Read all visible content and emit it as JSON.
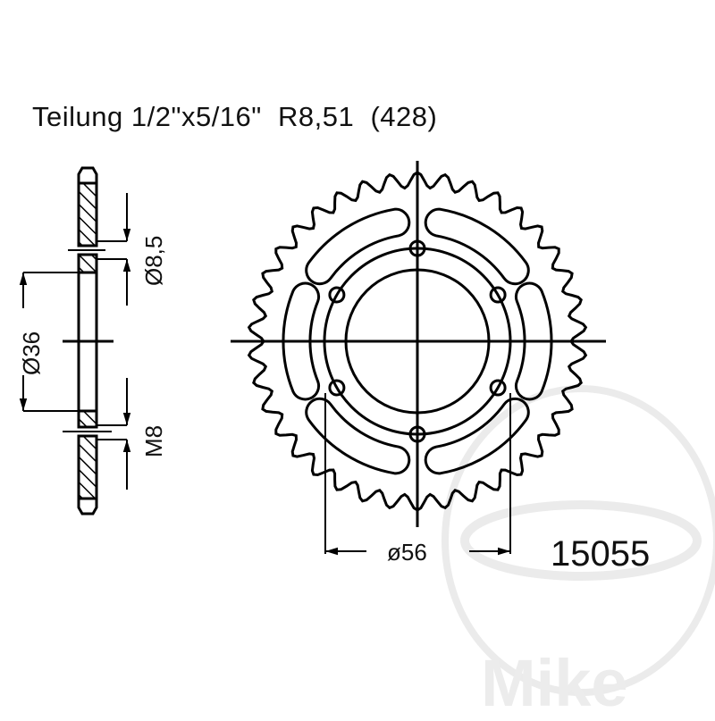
{
  "header": {
    "title": "Teilung 1/2\"x5/16\"  R8,51  (428)"
  },
  "spec": {
    "pitch_label": "Teilung",
    "pitch": "1/2\"x5/16\"",
    "roller": "R8,51",
    "chain": "(428)"
  },
  "dimensions": {
    "bolt_hole_diameter": "Ø8,5",
    "bore_diameter": "Ø36",
    "thread": "M8",
    "bolt_circle": "ø56"
  },
  "part_number": "15055",
  "watermark": {
    "text": "Mike",
    "color": "#ececec"
  },
  "sprocket": {
    "teeth": 38,
    "bolt_holes": 6,
    "slots": 6
  },
  "colors": {
    "line": "#000000",
    "background": "#ffffff",
    "watermark": "#e8e8e8"
  }
}
